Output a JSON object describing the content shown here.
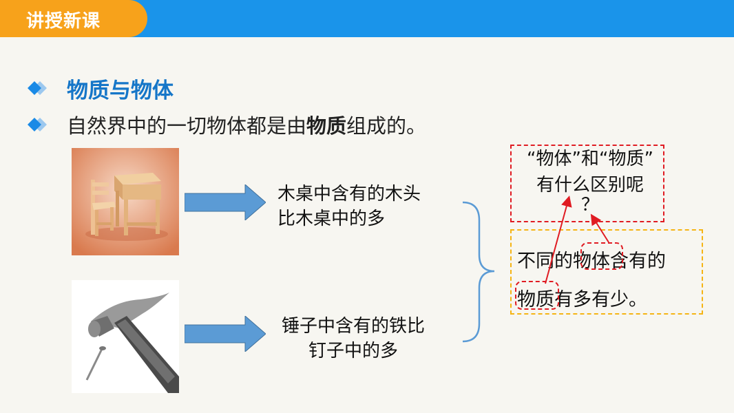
{
  "header": {
    "tab_label": "讲授新课"
  },
  "section": {
    "heading": "物质与物体",
    "statement_prefix": "自然界中的一切物体都是由",
    "statement_bold": "物质",
    "statement_suffix": "组成的。"
  },
  "examples": [
    {
      "caption_line1": "木桌中含有的木头",
      "caption_line2": "比木桌中的多"
    },
    {
      "caption_line1": "锤子中含有的铁比",
      "caption_line2": "钉子中的多"
    }
  ],
  "question": {
    "line1": "“物体”和“物质”",
    "line2": "有什么区别呢",
    "line3": "？"
  },
  "answer": {
    "line1": "不同的物体含有的",
    "line2": "物质有多有少。"
  },
  "colors": {
    "header_bar": "#1a94ea",
    "tab": "#f7a21b",
    "heading": "#1576c8",
    "question_border": "#e01b22",
    "answer_border": "#f5b414",
    "arrow": "#5b9bd5"
  }
}
